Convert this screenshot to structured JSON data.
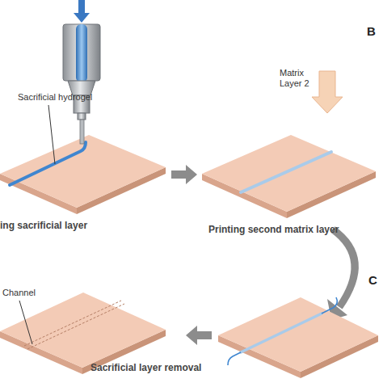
{
  "diagram": {
    "labels": [
      "Sacrificial hydrogel",
      "ing sacrificial layer",
      "Matrix Layer 2",
      "Printing second matrix layer",
      "B",
      "C",
      "Channel",
      "Sacrificial layer removal"
    ]
  }
}
